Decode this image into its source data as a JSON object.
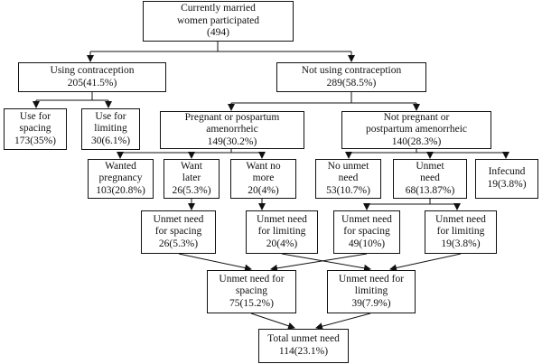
{
  "nodes": {
    "root": {
      "lines": [
        "Currently married",
        "women participated",
        "(494)"
      ]
    },
    "using": {
      "lines": [
        "Using contraception",
        "205(41.5%)"
      ]
    },
    "notusing": {
      "lines": [
        "Not using contraception",
        "289(58.5%)"
      ]
    },
    "spacing_use": {
      "lines": [
        "Use for",
        "spacing",
        "173(35%)"
      ]
    },
    "limiting_use": {
      "lines": [
        "Use for",
        "limiting",
        "30(6.1%)"
      ]
    },
    "pregnant": {
      "lines": [
        "Pregnant or pospartum",
        "amenorrheic",
        "149(30.2%)"
      ]
    },
    "notpregnant": {
      "lines": [
        "Not pregnant or",
        "postpartum amenorrheic",
        "140(28.3%)"
      ]
    },
    "wanted": {
      "lines": [
        "Wanted",
        "pregnancy",
        "103(20.8%)"
      ]
    },
    "wantlater": {
      "lines": [
        "Want",
        "later",
        "26(5.3%)"
      ]
    },
    "wantnomore": {
      "lines": [
        "Want no",
        "more",
        "20(4%)"
      ]
    },
    "nounmet": {
      "lines": [
        "No unmet",
        "need",
        "53(10.7%)"
      ]
    },
    "unmet": {
      "lines": [
        "Unmet",
        "need",
        "68(13.87%)"
      ]
    },
    "infecund": {
      "lines": [
        "Infecund",
        "19(3.8%)"
      ]
    },
    "ns1": {
      "lines": [
        "Unmet need",
        "for spacing",
        "26(5.3%)"
      ]
    },
    "nl1": {
      "lines": [
        "Unmet need",
        "for limiting",
        "20(4%)"
      ]
    },
    "ns2": {
      "lines": [
        "Unmet need",
        "for spacing",
        "49(10%)"
      ]
    },
    "nl2": {
      "lines": [
        "Unmet need",
        "for limiting",
        "19(3.8%)"
      ]
    },
    "spacing_total": {
      "lines": [
        "Unmet need for",
        "spacing",
        "75(15.2%)"
      ]
    },
    "limiting_total": {
      "lines": [
        "Unmet need for",
        "limiting",
        "39(7.9%)"
      ]
    },
    "total": {
      "lines": [
        "Total unmet need",
        "114(23.1%)"
      ]
    }
  }
}
